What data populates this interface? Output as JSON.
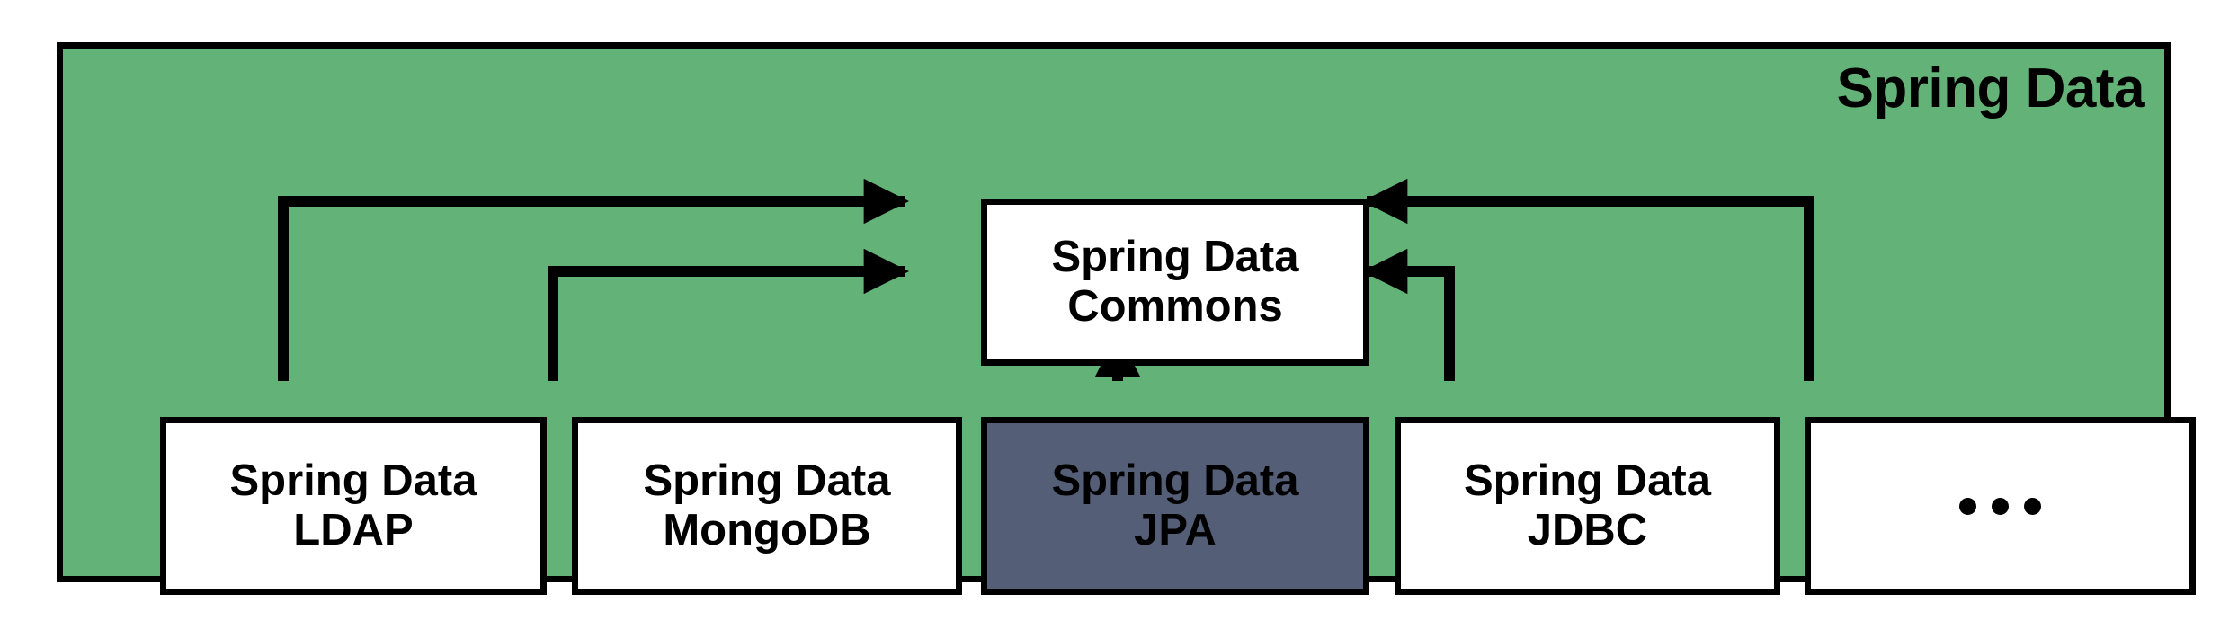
{
  "diagram": {
    "type": "block-diagram",
    "title": "Spring Data",
    "container": {
      "label": "Spring Data",
      "fill_color": "#63b277",
      "border_color": "#000000",
      "title_align": "right"
    },
    "hub": {
      "id": "spring-data-commons",
      "label": "Spring Data\nCommons",
      "fill_color": "#ffffff",
      "text_color": "#000000"
    },
    "modules": [
      {
        "id": "spring-data-ldap",
        "label": "Spring Data\nLDAP",
        "fill_color": "#ffffff",
        "text_color": "#000000",
        "highlighted": false,
        "connects_to": "spring-data-commons",
        "connector": "elbow-right"
      },
      {
        "id": "spring-data-mongodb",
        "label": "Spring Data\nMongoDB",
        "fill_color": "#ffffff",
        "text_color": "#000000",
        "highlighted": false,
        "connects_to": "spring-data-commons",
        "connector": "elbow-right"
      },
      {
        "id": "spring-data-jpa",
        "label": "Spring Data\nJPA",
        "fill_color": "#545e77",
        "text_color": "#000000",
        "highlighted": true,
        "connects_to": "spring-data-commons",
        "connector": "straight-up"
      },
      {
        "id": "spring-data-jdbc",
        "label": "Spring Data\nJDBC",
        "fill_color": "#ffffff",
        "text_color": "#000000",
        "highlighted": false,
        "connects_to": "spring-data-commons",
        "connector": "elbow-left"
      },
      {
        "id": "spring-data-other",
        "label": "…",
        "icon": "ellipsis-icon",
        "fill_color": "#ffffff",
        "text_color": "#000000",
        "highlighted": false,
        "connects_to": "spring-data-commons",
        "connector": "elbow-left"
      }
    ],
    "edges": [
      {
        "from": "spring-data-ldap",
        "to": "spring-data-commons",
        "arrow": "to-hub"
      },
      {
        "from": "spring-data-mongodb",
        "to": "spring-data-commons",
        "arrow": "to-hub"
      },
      {
        "from": "spring-data-jpa",
        "to": "spring-data-commons",
        "arrow": "to-hub"
      },
      {
        "from": "spring-data-jdbc",
        "to": "spring-data-commons",
        "arrow": "to-hub"
      },
      {
        "from": "spring-data-other",
        "to": "spring-data-commons",
        "arrow": "to-hub"
      }
    ],
    "colors": {
      "container_green": "#63b277",
      "highlight_slate": "#545e77",
      "line_black": "#000000",
      "box_white": "#ffffff"
    }
  }
}
